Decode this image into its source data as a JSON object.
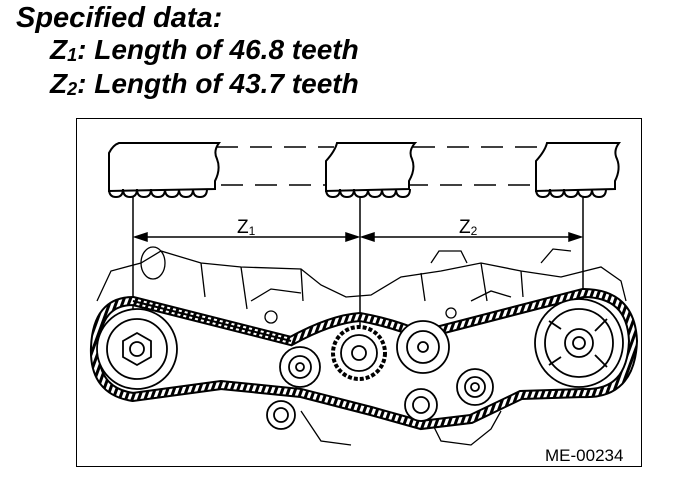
{
  "header": {
    "title": "Specified data:",
    "z1_sym": "Z",
    "z1_sub": "1",
    "z1_text": ": Length of 46.8 teeth",
    "z2_sym": "Z",
    "z2_sub": "2",
    "z2_text": ": Length of 43.7 teeth"
  },
  "figure": {
    "dim_z1_sym": "Z",
    "dim_z1_sub": "1",
    "dim_z2_sym": "Z",
    "dim_z2_sub": "2",
    "code": "ME-00234"
  }
}
